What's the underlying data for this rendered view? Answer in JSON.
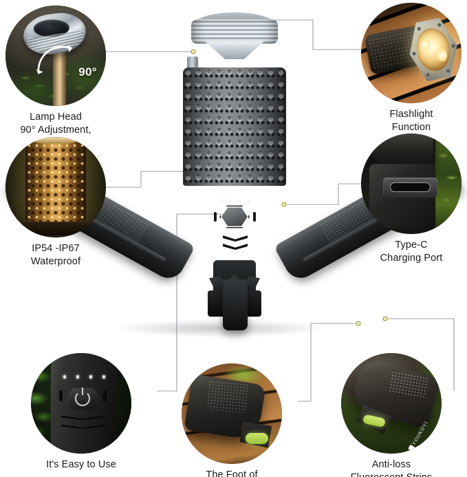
{
  "product": {
    "brand": "YOUKOYI",
    "name": "camping-lantern-tripod-lamp",
    "accent_green": "#b5d94a",
    "line_color": "#9aa0a6",
    "anchor_color": "#d8e06a",
    "text_color": "#1a1a1a"
  },
  "callouts": [
    {
      "id": "lamp-head",
      "caption": "Lamp Head\n90° Adjustment,",
      "angle_label": "90°",
      "position": "top-left"
    },
    {
      "id": "flashlight",
      "caption": "Flashlight\nFunction",
      "position": "top-right"
    },
    {
      "id": "waterproof",
      "caption": "IP54 -IP67\nWaterproof",
      "position": "middle-left"
    },
    {
      "id": "charging-port",
      "caption": "Type-C\nCharging Port",
      "position": "middle-right"
    },
    {
      "id": "easy-to-use",
      "caption": "It's Easy to Use",
      "position": "bottom-left"
    },
    {
      "id": "fixed-foot",
      "caption": "The Foot of\nthe Lamp is Fixed",
      "position": "bottom-center"
    },
    {
      "id": "fluorescent-strips",
      "caption": "Anti-loss\nFluorescent Strips",
      "position": "bottom-right"
    }
  ],
  "product_details": {
    "led_indicator_count": 4,
    "power_button": "power-button-hexagon",
    "leg_count": 3,
    "head_style": "finned-silver-reflector"
  }
}
